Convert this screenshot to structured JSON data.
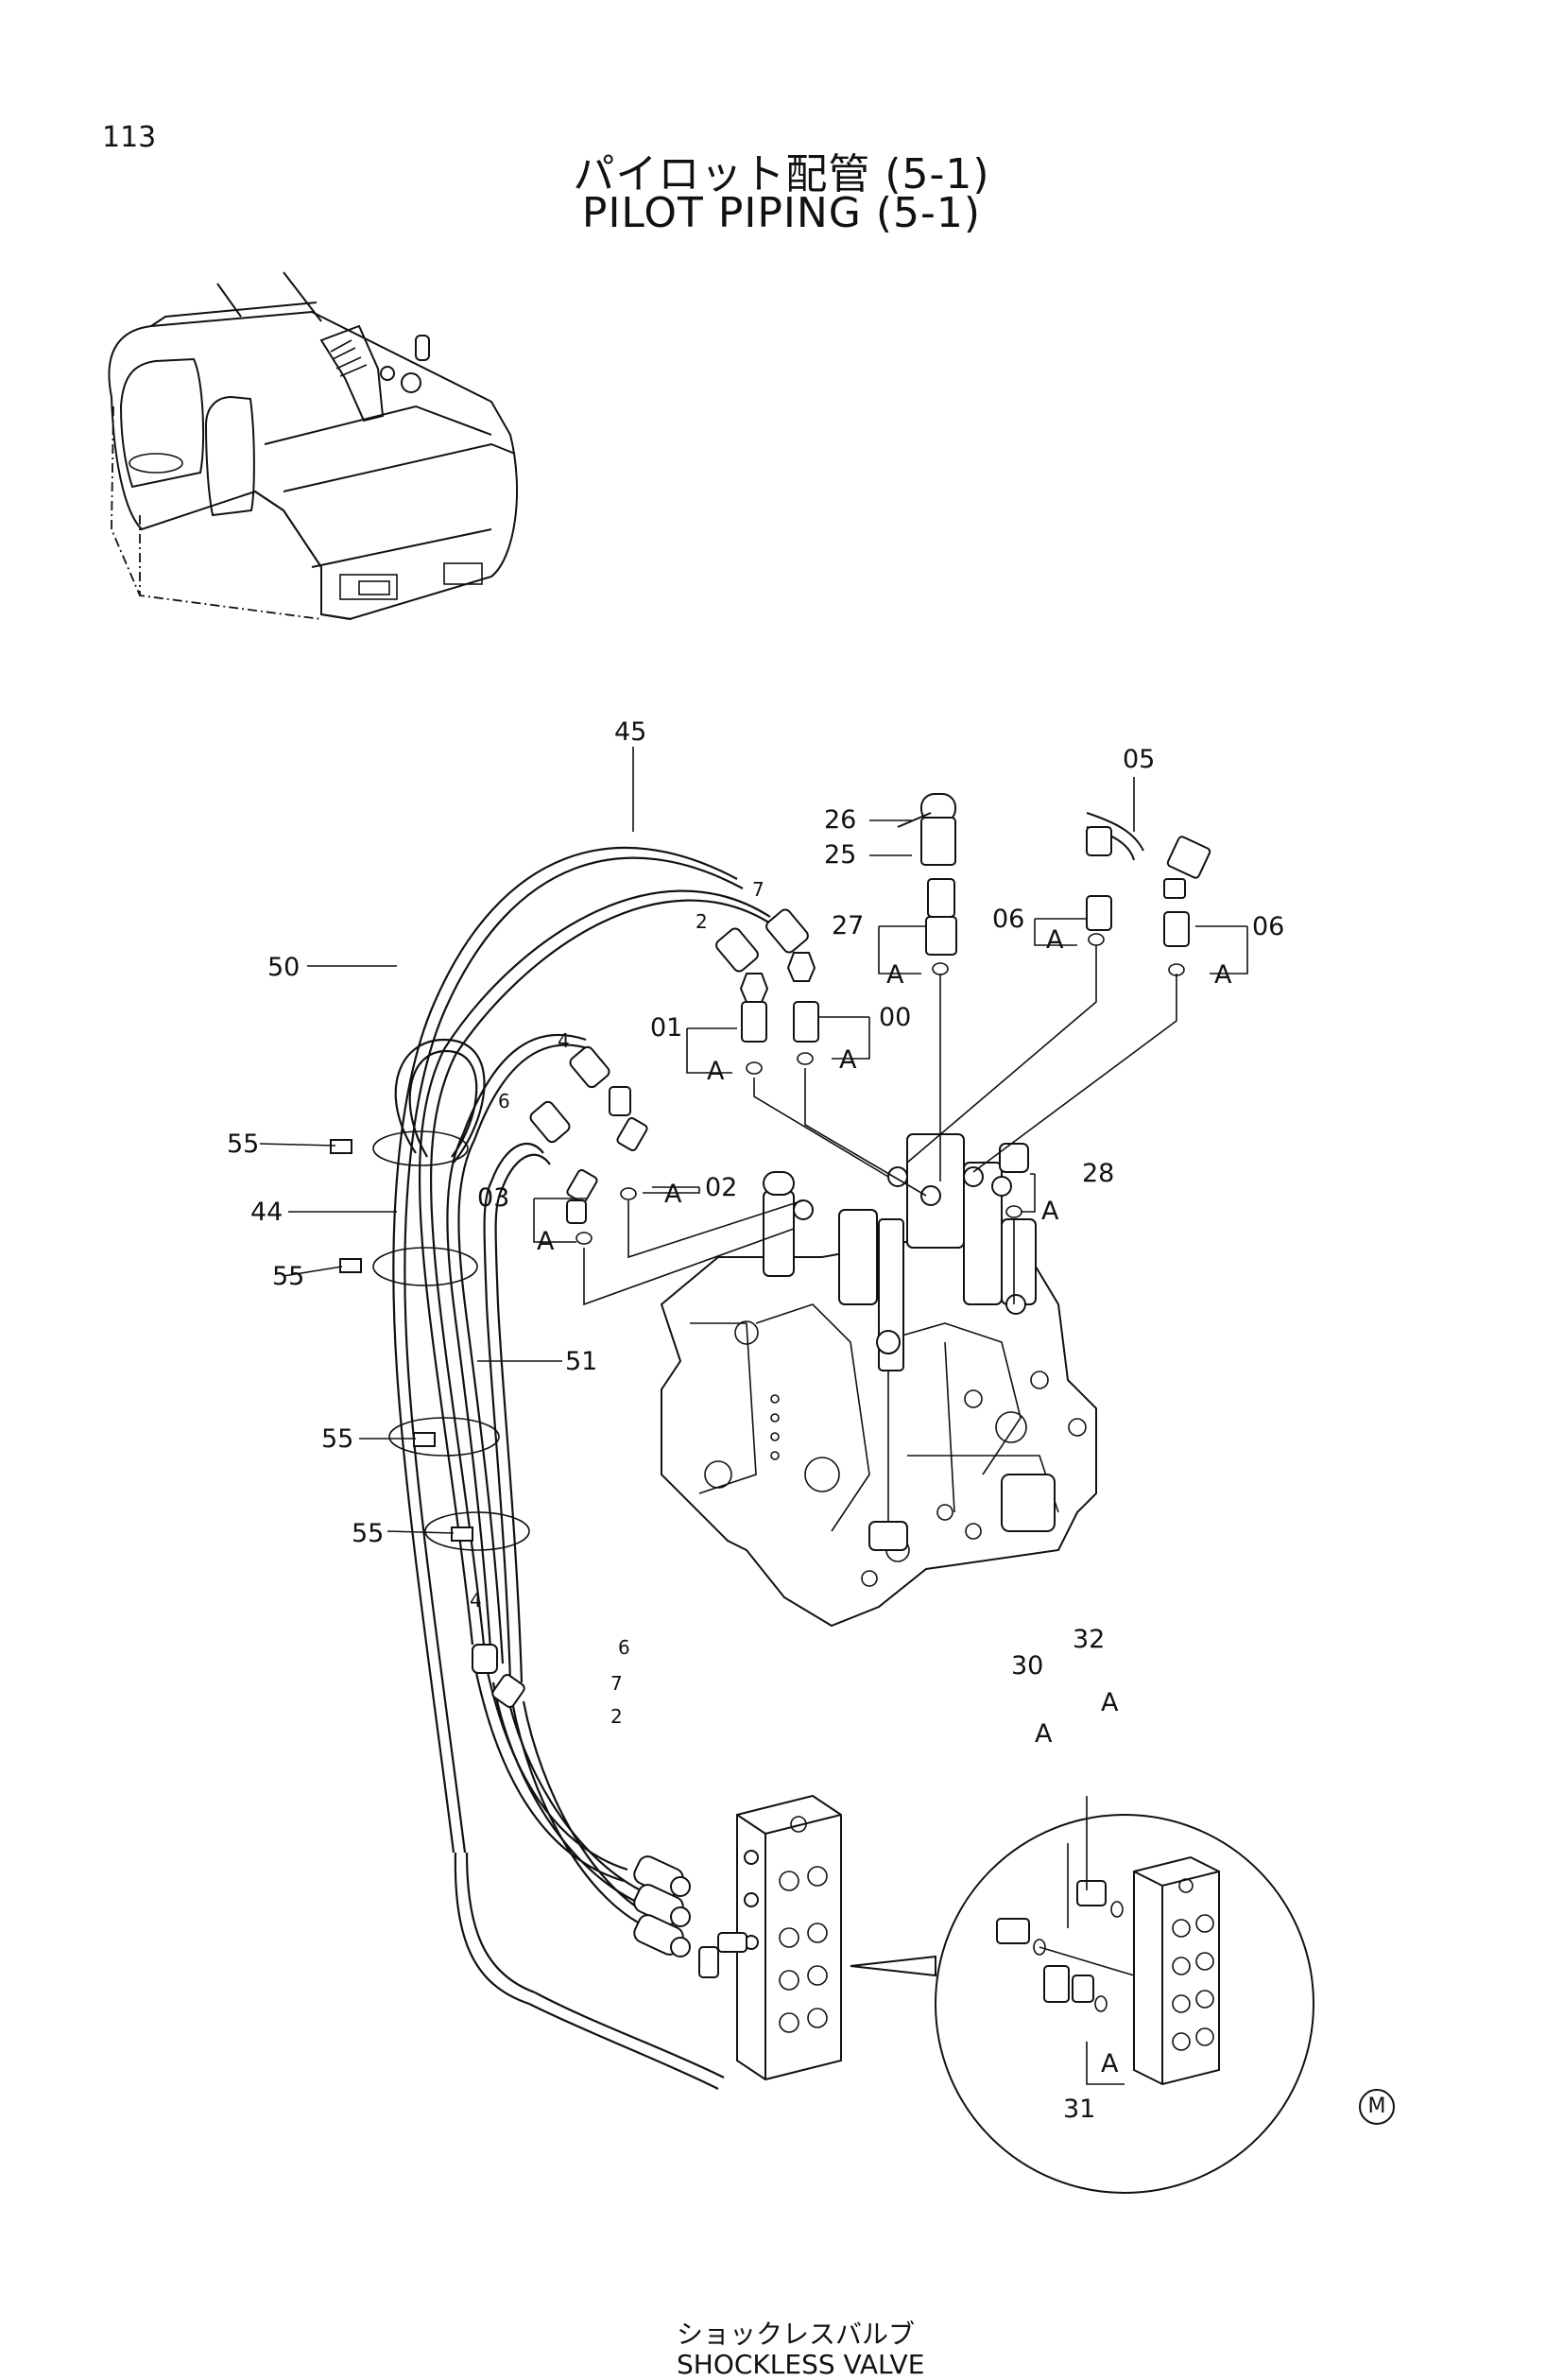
{
  "page_number": "113",
  "title_jp": "パイロット配管 (5-1)",
  "title_en": "PILOT PIPING (5-1)",
  "callouts": {
    "c45": "45",
    "c05": "05",
    "c26": "26",
    "c25": "25",
    "c27": "27",
    "c06a": "06",
    "c06b": "06",
    "c50": "50",
    "c01": "01",
    "c00": "00",
    "c02": "02",
    "c03": "03",
    "c28": "28",
    "c55a": "55",
    "c44": "44",
    "c55b": "55",
    "c51": "51",
    "c55c": "55",
    "c55d": "55",
    "c30": "30",
    "c32": "32",
    "c31": "31"
  },
  "hose_marks": {
    "h7a": "7",
    "h2a": "2",
    "h4a": "4",
    "h6a": "6",
    "h4b": "4",
    "h6b": "6",
    "h7b": "7",
    "h2b": "2"
  },
  "detail_letter": "A",
  "shockless_label_jp": "ショックレスバルブ",
  "shockless_label_en": "SHOCKLESS VALVE",
  "corner_mark": "M"
}
